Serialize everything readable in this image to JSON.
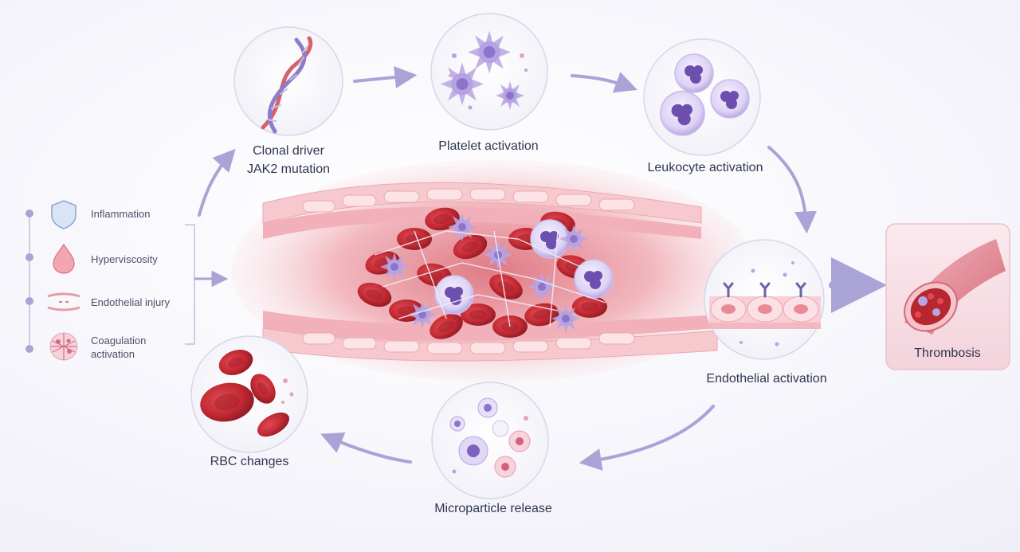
{
  "nodes": {
    "clonal_driver": {
      "line1": "Clonal driver",
      "line2": "JAK2 mutation"
    },
    "platelet": {
      "label": "Platelet activation"
    },
    "leukocyte": {
      "label": "Leukocyte activation"
    },
    "endothelial_activation": {
      "label": "Endothelial activation"
    },
    "thrombosis": {
      "label": "Thrombosis"
    },
    "microparticle": {
      "label": "Microparticle release"
    },
    "rbc": {
      "label": "RBC changes"
    }
  },
  "factors": {
    "inflammation": "Inflammation",
    "hyperviscosity": "Hyperviscosity",
    "endothelial_injury": "Endothelial injury",
    "coagulation_line1": "Coagulation",
    "coagulation_line2": "activation"
  },
  "colors": {
    "arrow": "#a9a3d6",
    "rbc": "#c8323b",
    "platelet": "#9b86d0",
    "thrombosis_bg": "#f7dde3"
  }
}
